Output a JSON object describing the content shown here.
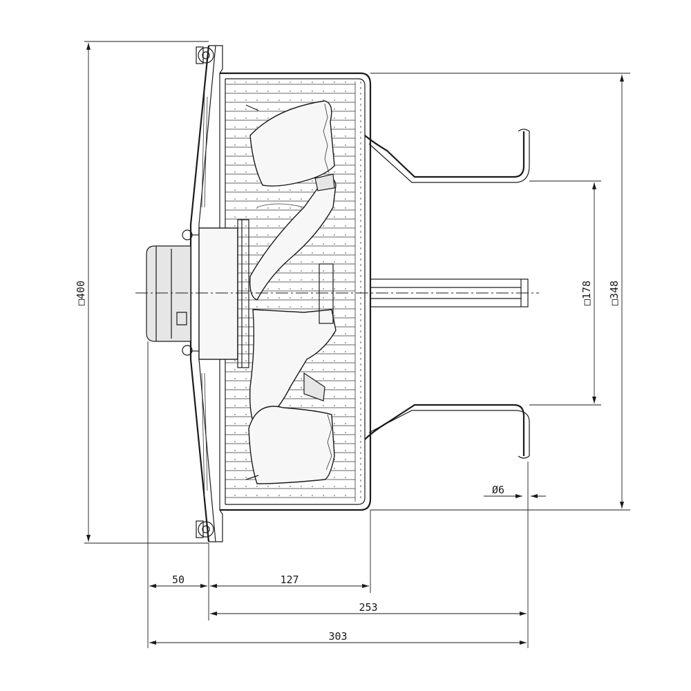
{
  "drawing": {
    "dimensions": {
      "overall_height": "□400",
      "guard_outer": "□348",
      "mount_spacing": "□178",
      "wire_diameter": "Ø6",
      "motor_depth": "50",
      "guard_depth": "127",
      "flange_to_guard_end": "253",
      "overall_depth": "303"
    }
  }
}
